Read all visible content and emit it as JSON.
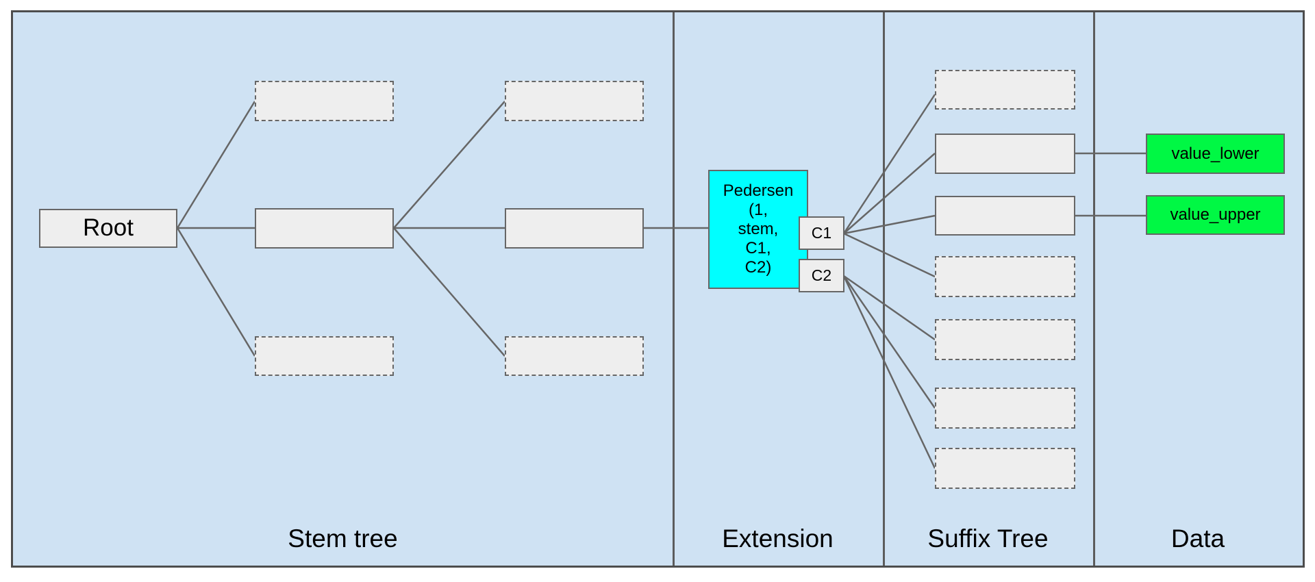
{
  "diagram_title": "Stem tree / Extension / Suffix Tree / Data commitment diagram",
  "colors": {
    "background": "#cfe2f3",
    "frame_border": "#4d4d4d",
    "divider": "#5c5c5c",
    "node_fill": "#eeeeee",
    "node_border": "#666666",
    "edge": "#666666",
    "extension_fill": "#00ffff",
    "data_fill": "#00f844",
    "text": "#000000"
  },
  "sections": [
    {
      "label": "Stem tree"
    },
    {
      "label": "Extension"
    },
    {
      "label": "Suffix Tree"
    },
    {
      "label": "Data"
    }
  ],
  "nodes": {
    "root": "Root",
    "extension_commitment": "Pedersen\n(1,\nstem,\nC1,\nC2)",
    "c1": "C1",
    "c2": "C2",
    "value_lower": "value_lower",
    "value_upper": "value_upper"
  },
  "placeholder_counts": {
    "stem_tree_dashed": 4,
    "stem_tree_solid": 2,
    "suffix_tree_dashed": 5,
    "suffix_tree_solid": 2
  }
}
